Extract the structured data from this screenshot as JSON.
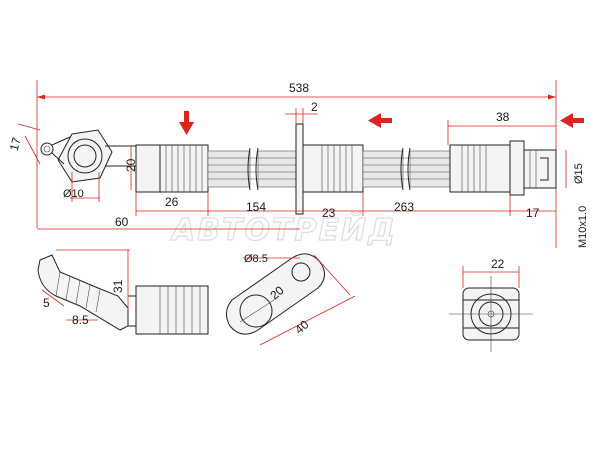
{
  "watermark": "АВТОТРЕЙД",
  "dimensions": {
    "total_length": "538",
    "collar_thickness": "2",
    "right_fitting": "38",
    "left_bracket_height": "17",
    "left_fitting_width": "20",
    "eye_hole": "Ø10",
    "left_ferrule": "26",
    "hose_section_1": "154",
    "middle_ferrule": "23",
    "hose_section_2": "263",
    "left_offset": "60",
    "right_tip": "17",
    "thread": "M10x1.0",
    "tube_diameter": "Ø15",
    "bracket_hole": "Ø8.5",
    "bracket_inner": "20",
    "bracket_length": "40",
    "end_face": "22",
    "bent_a": "5",
    "bent_b": "8.5",
    "bent_c": "31"
  },
  "colors": {
    "dimension_lines": "#d9251c",
    "arrows": "#d9251c",
    "outline": "#222222"
  }
}
